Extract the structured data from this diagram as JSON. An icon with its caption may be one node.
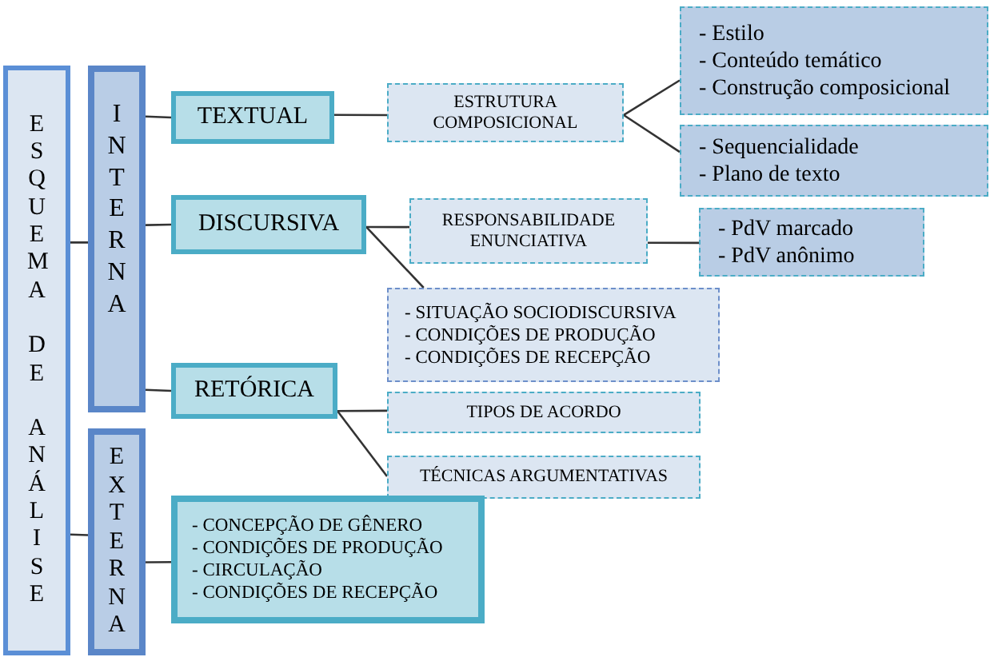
{
  "diagram": {
    "nodes": [
      {
        "text": [
          "ESQUEMA DE ANÁLISE"
        ]
      },
      {
        "text": [
          "INTERNA"
        ]
      },
      {
        "text": [
          "EXTERNA"
        ]
      },
      {
        "text": [
          "TEXTUAL"
        ]
      },
      {
        "text": [
          "DISCURSIVA"
        ]
      },
      {
        "text": [
          "RETÓRICA"
        ]
      },
      {
        "text": [
          "ESTRUTURA COMPOSICIONAL"
        ]
      },
      {
        "text": [
          "- Estilo",
          "- Conteúdo temático",
          "- Construção composicional"
        ]
      },
      {
        "text": [
          "- Sequencialidade",
          "- Plano de texto"
        ]
      },
      {
        "text": [
          "RESPONSABILIDADE ENUNCIATIVA"
        ]
      },
      {
        "text": [
          "- PdV marcado",
          "- PdV anônimo"
        ]
      },
      {
        "text": [
          "- SITUAÇÃO SOCIODISCURSIVA",
          "- CONDIÇÕES DE PRODUÇÃO",
          "- CONDIÇÕES DE RECEPÇÃO"
        ]
      },
      {
        "text": [
          "TIPOS DE ACORDO"
        ]
      },
      {
        "text": [
          "TÉCNICAS ARGUMENTATIVAS"
        ]
      },
      {
        "text": [
          "- CONCEPÇÃO DE GÊNERO",
          "- CONDIÇÕES DE PRODUÇÃO",
          "- CIRCULAÇÃO",
          "- CONDIÇÕES DE RECEPÇÃO"
        ]
      }
    ],
    "edges": [
      {
        "from": 0,
        "to": 1,
        "arrow": "none"
      },
      {
        "from": 0,
        "to": 2,
        "arrow": "none"
      },
      {
        "from": 1,
        "to": 3,
        "arrow": "none"
      },
      {
        "from": 1,
        "to": 4,
        "arrow": "none"
      },
      {
        "from": 1,
        "to": 5,
        "arrow": "none"
      },
      {
        "from": 2,
        "to": 14,
        "arrow": "none"
      },
      {
        "from": 3,
        "to": 6,
        "arrow": "none"
      },
      {
        "from": 6,
        "to": 7,
        "arrow": "none"
      },
      {
        "from": 6,
        "to": 8,
        "arrow": "none"
      },
      {
        "from": 4,
        "to": 9,
        "arrow": "none"
      },
      {
        "from": 4,
        "to": 11,
        "arrow": "none"
      },
      {
        "from": 9,
        "to": 10,
        "arrow": "none"
      },
      {
        "from": 5,
        "to": 12,
        "arrow": "none"
      },
      {
        "from": 5,
        "to": 13,
        "arrow": "none"
      }
    ]
  }
}
